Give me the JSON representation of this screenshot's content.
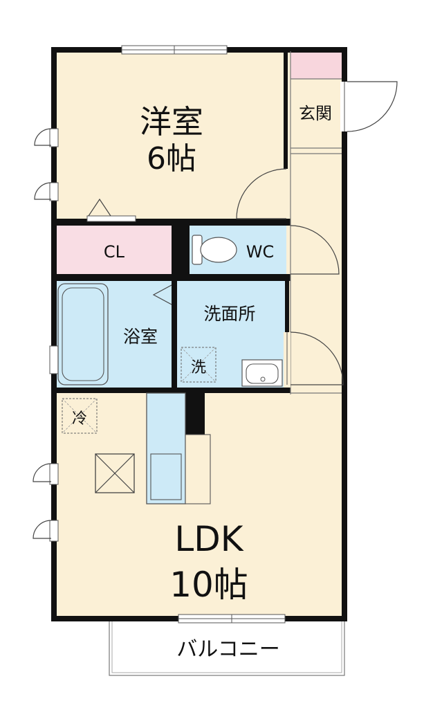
{
  "rooms": {
    "western": {
      "name": "洋室",
      "size": "6帖"
    },
    "entrance": {
      "name": "玄関"
    },
    "closet": {
      "name": "CL"
    },
    "toilet": {
      "name": "WC"
    },
    "bath": {
      "name": "浴室"
    },
    "washroom": {
      "name": "洗面所"
    },
    "washer_mark": "洗",
    "fridge_mark": "冷",
    "ldk": {
      "name": "LDK",
      "size": "10帖"
    },
    "balcony": {
      "name": "バルコニー"
    }
  },
  "colors": {
    "western_room": "#fbf0d6",
    "entrance_floor": "#f8d6dd",
    "closet": "#f9dde4",
    "wet_area": "#cdeaf7",
    "ldk": "#fbf0d6",
    "corridor": "#fbf0d6",
    "wall": "#111111"
  }
}
